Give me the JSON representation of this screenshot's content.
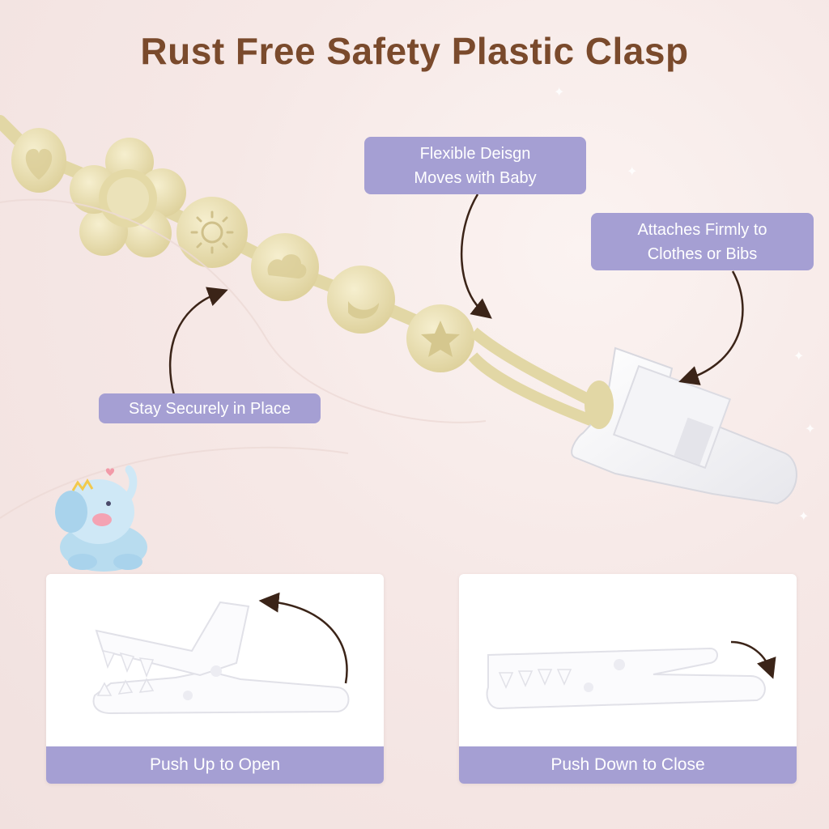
{
  "title": "Rust Free Safety Plastic Clasp",
  "callouts": {
    "flexible": {
      "line1": "Flexible Deisgn",
      "line2": "Moves with Baby"
    },
    "attaches": {
      "line1": "Attaches Firmly to",
      "line2": "Clothes or Bibs"
    },
    "secure": {
      "label": "Stay Securely in Place"
    }
  },
  "cards": {
    "open": {
      "label": "Push Up to Open"
    },
    "close": {
      "label": "Push Down to Close"
    }
  },
  "colors": {
    "title": "#7a4a2c",
    "callout_bg": "#a59fd3",
    "beads": "#ece3b8",
    "clip": "#ffffff",
    "arrow": "#3b2418"
  },
  "icons": [
    "heart-icon",
    "flower-icon",
    "sun-icon",
    "cloud-icon",
    "moon-icon",
    "star-icon",
    "elephant-icon"
  ]
}
